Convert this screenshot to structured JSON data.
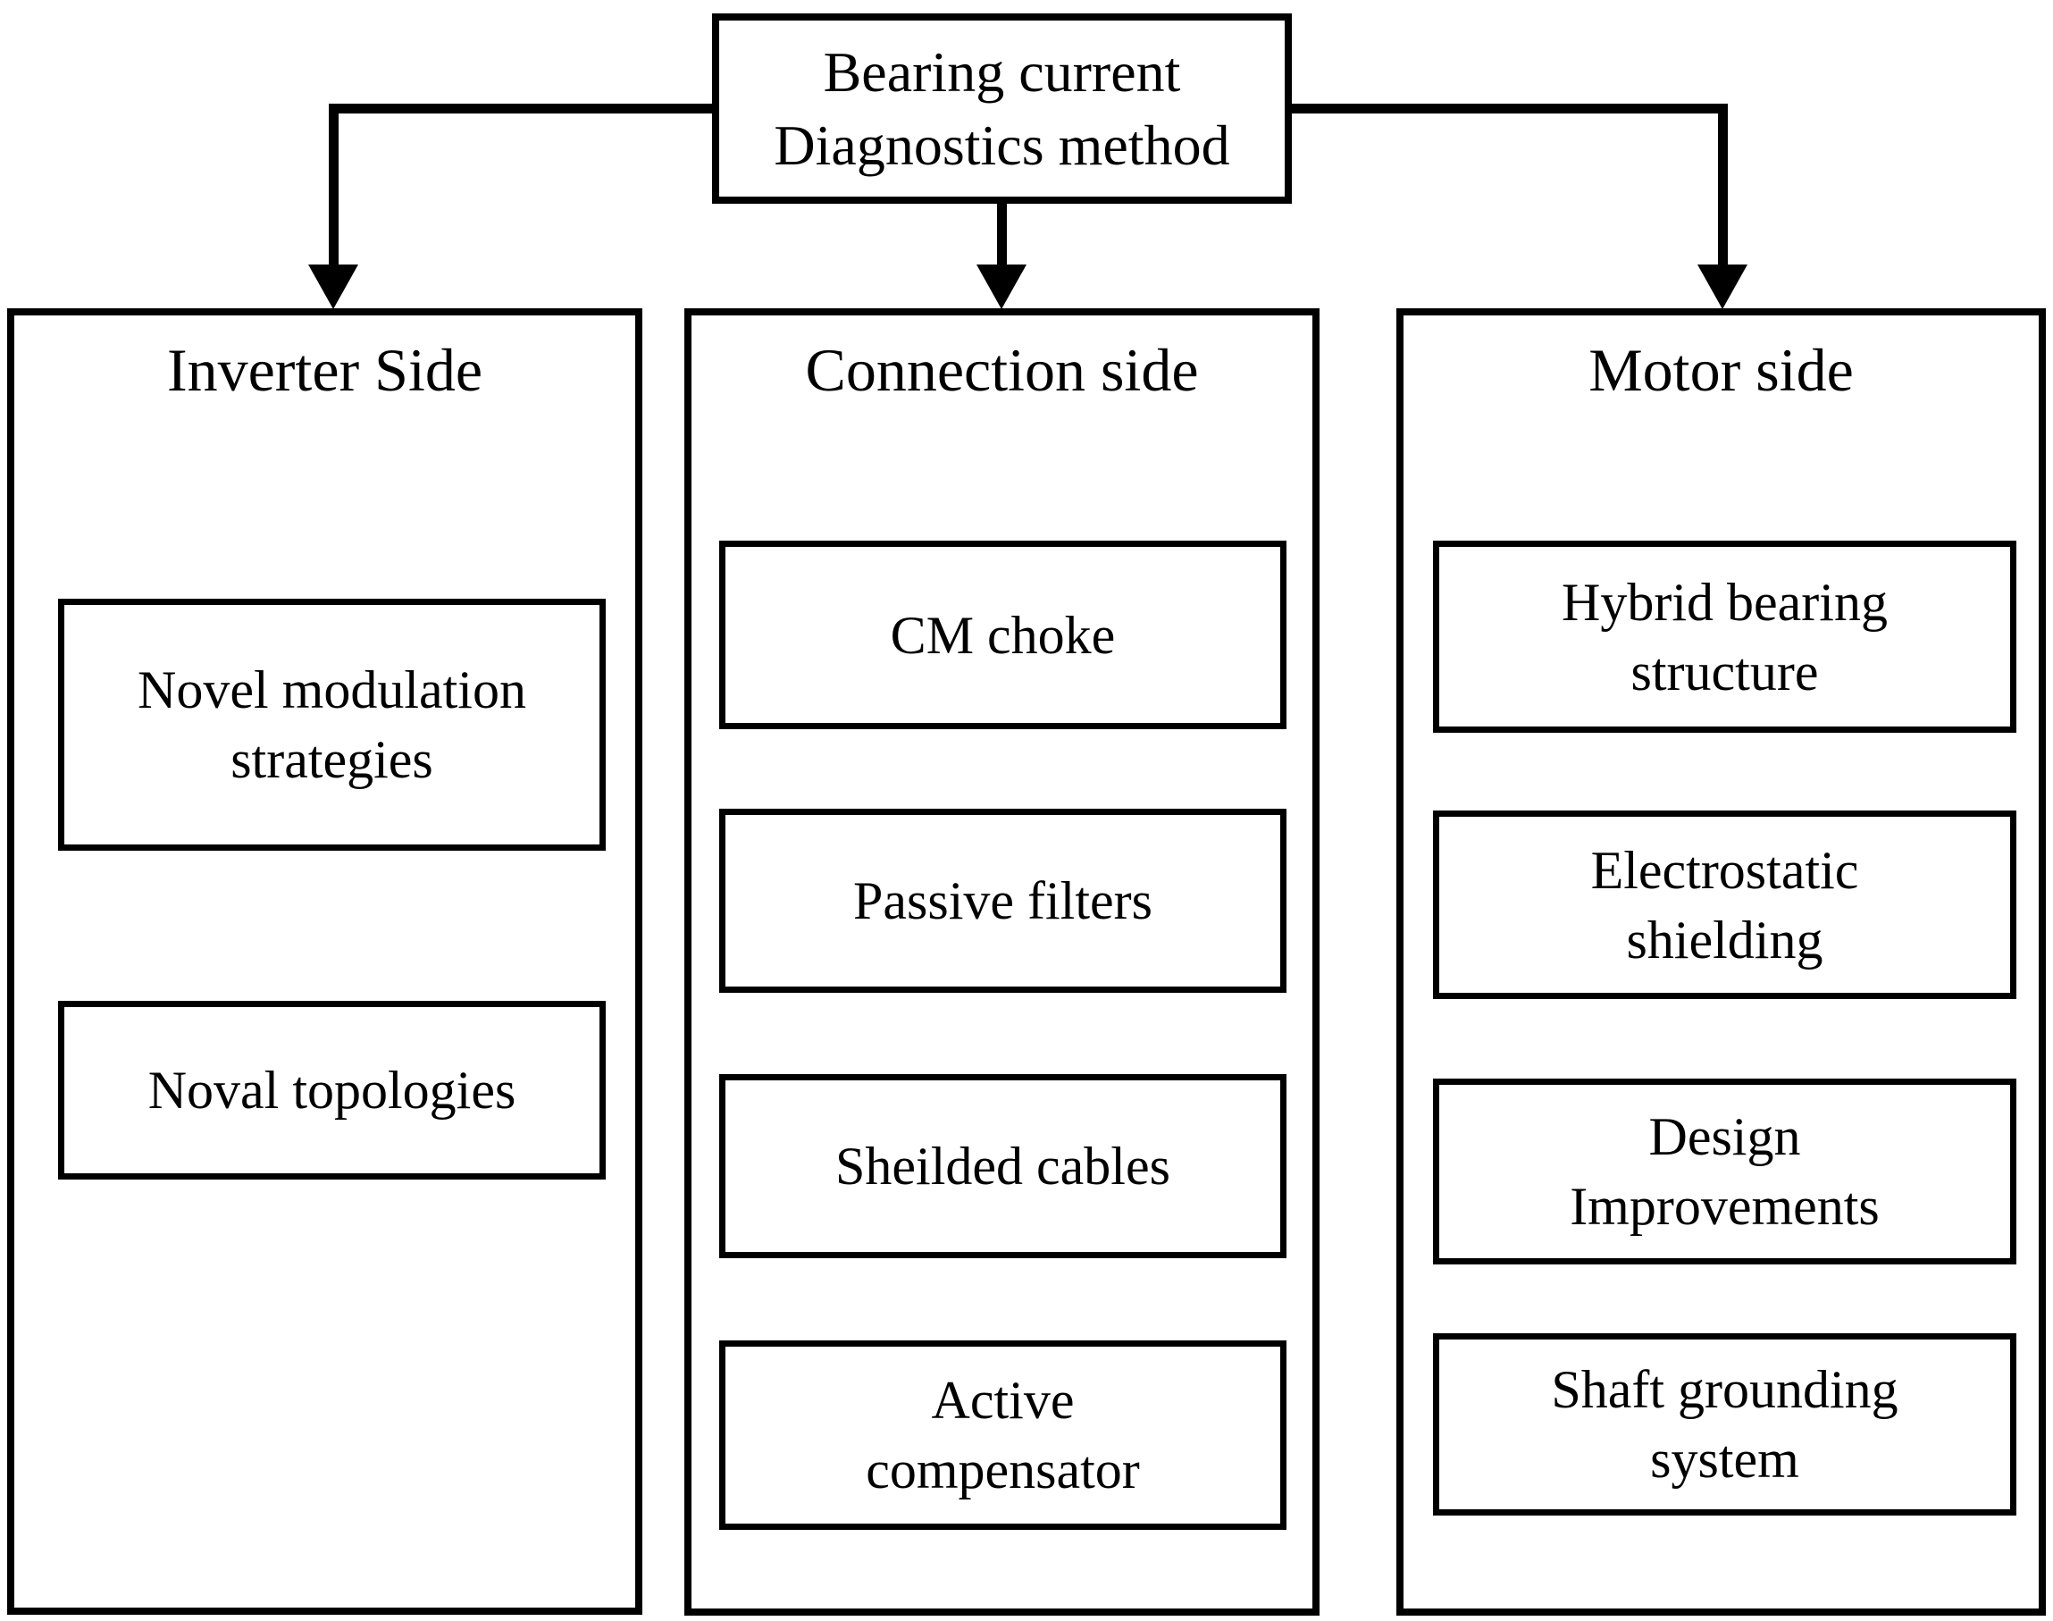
{
  "title_box": {
    "label": "Bearing current\nDiagnostics method"
  },
  "columns": [
    {
      "title": "Inverter Side",
      "items": [
        "Novel modulation\nstrategies",
        "Noval topologies"
      ]
    },
    {
      "title": "Connection side",
      "items": [
        "CM choke",
        "Passive filters",
        "Sheilded cables",
        "Active\ncompensator"
      ]
    },
    {
      "title": "Motor side",
      "items": [
        "Hybrid bearing\nstructure",
        "Electrostatic\nshielding",
        "Design\nImprovements",
        "Shaft grounding\nsystem"
      ]
    }
  ],
  "colors": {
    "line": "#000000",
    "background": "#ffffff",
    "text": "#000000"
  }
}
